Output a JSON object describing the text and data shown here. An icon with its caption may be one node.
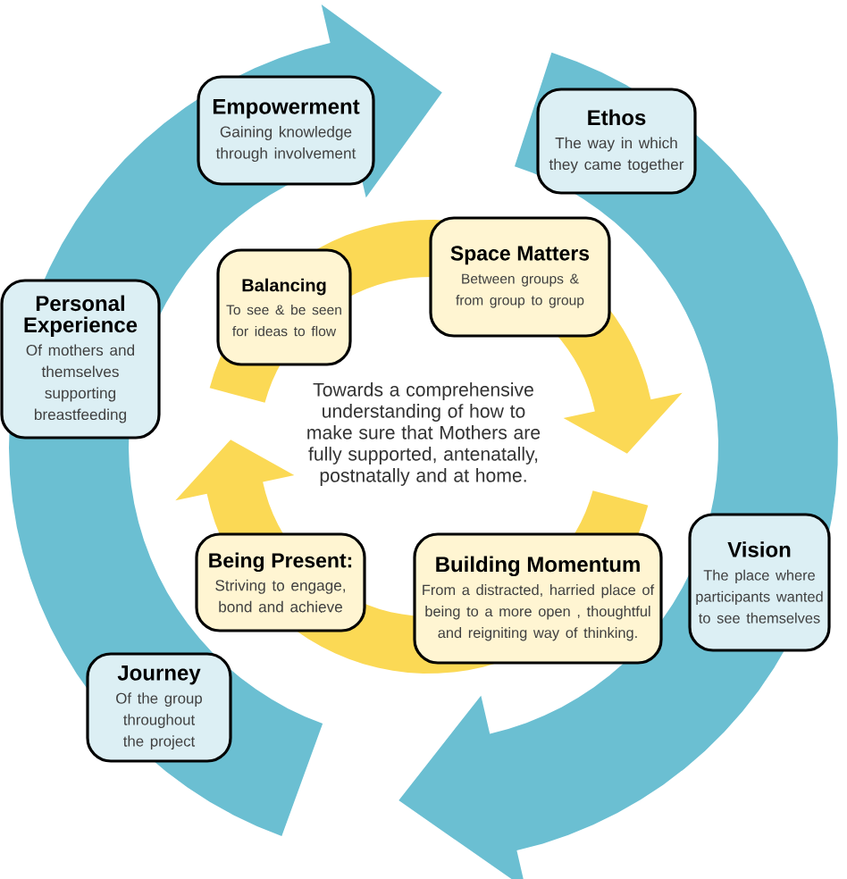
{
  "diagram": {
    "nodes": [
      {
        "text": [
          "Empowerment",
          "Gaining knowledge through involvement"
        ]
      },
      {
        "text": [
          "Ethos",
          "The way in which they came together"
        ]
      },
      {
        "text": [
          "Space Matters",
          "Between groups & from group to group"
        ]
      },
      {
        "text": [
          "Balancing",
          "To see & be seen for ideas to flow"
        ]
      },
      {
        "text": [
          "Personal Experience",
          "Of mothers and themselves supporting breastfeeding"
        ]
      },
      {
        "text": [
          "Being Present:",
          "Striving to engage, bond and achieve"
        ]
      },
      {
        "text": [
          "Building Momentum",
          "From a distracted, harried place of being to a more open , thoughtful and reigniting way of thinking."
        ]
      },
      {
        "text": [
          "Vision",
          "The place where participants wanted to see themselves"
        ]
      },
      {
        "text": [
          "Journey",
          "Of the group throughout the project"
        ]
      }
    ],
    "labels": [
      "Towards a comprehensive understanding of how to make sure that Mothers are fully supported, antenatally, postnatally and at home."
    ]
  }
}
